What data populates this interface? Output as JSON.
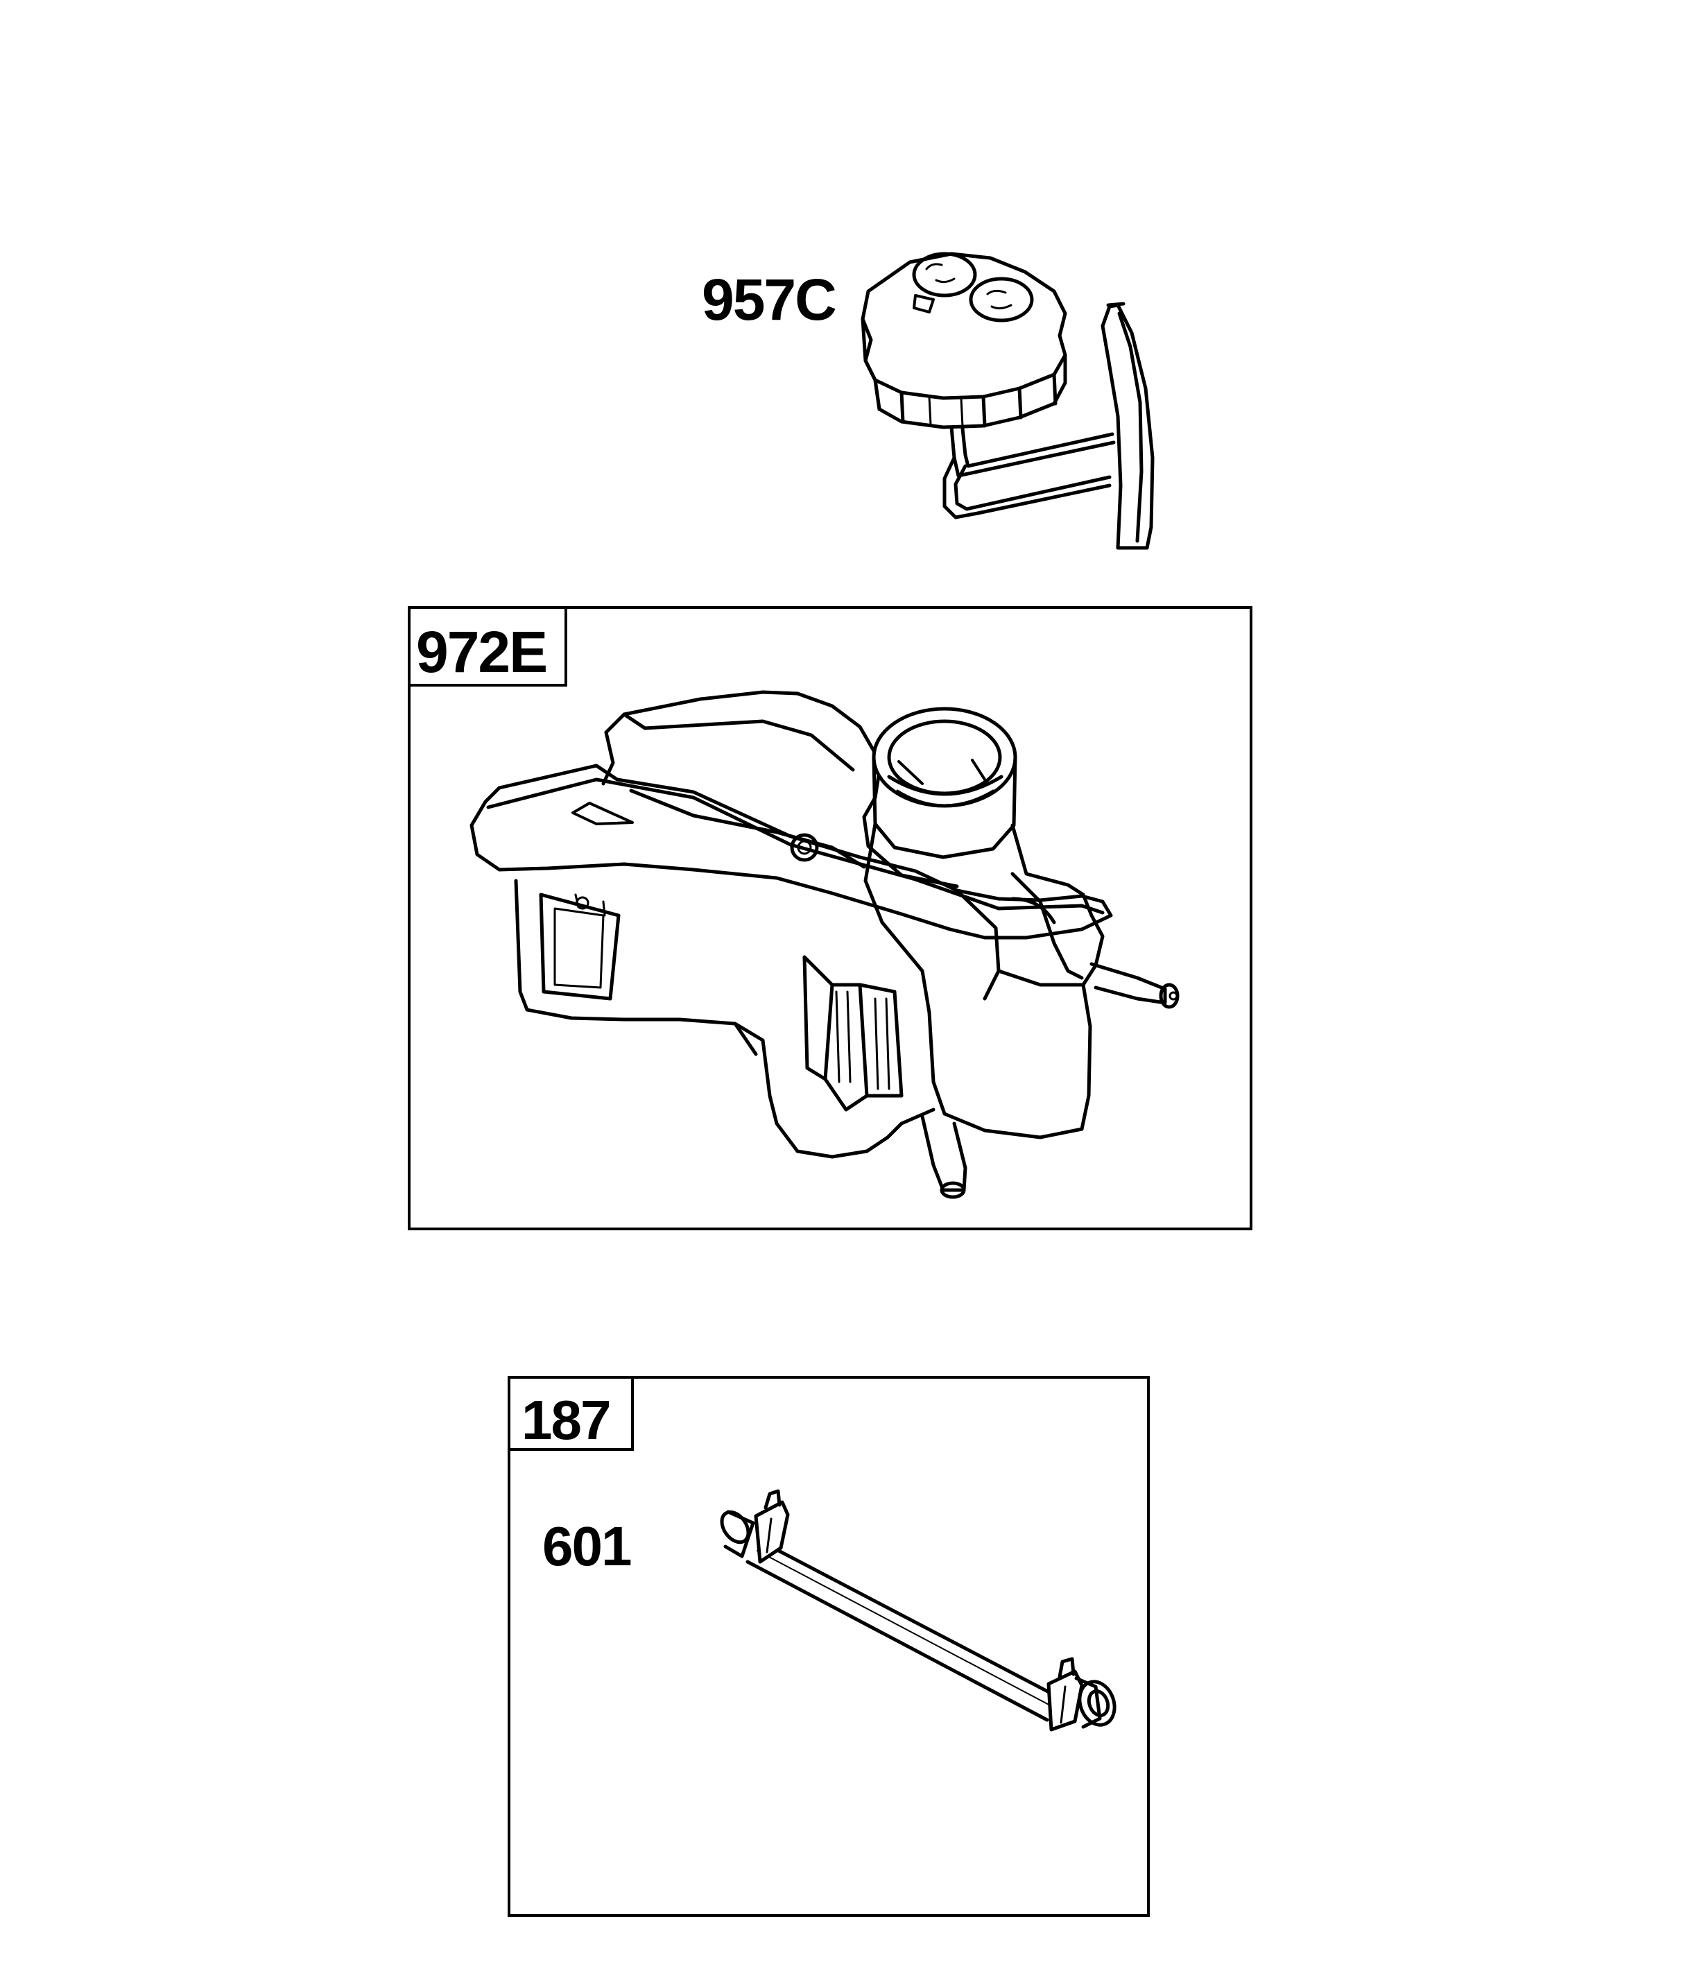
{
  "callouts": {
    "cap": "957C",
    "tank": "972E",
    "line_kit": "187",
    "line": "601"
  },
  "icons": {
    "cap": "fuel-cap-with-tether-icon",
    "tank": "fuel-tank-icon",
    "line": "fuel-line-with-clamps-icon"
  }
}
